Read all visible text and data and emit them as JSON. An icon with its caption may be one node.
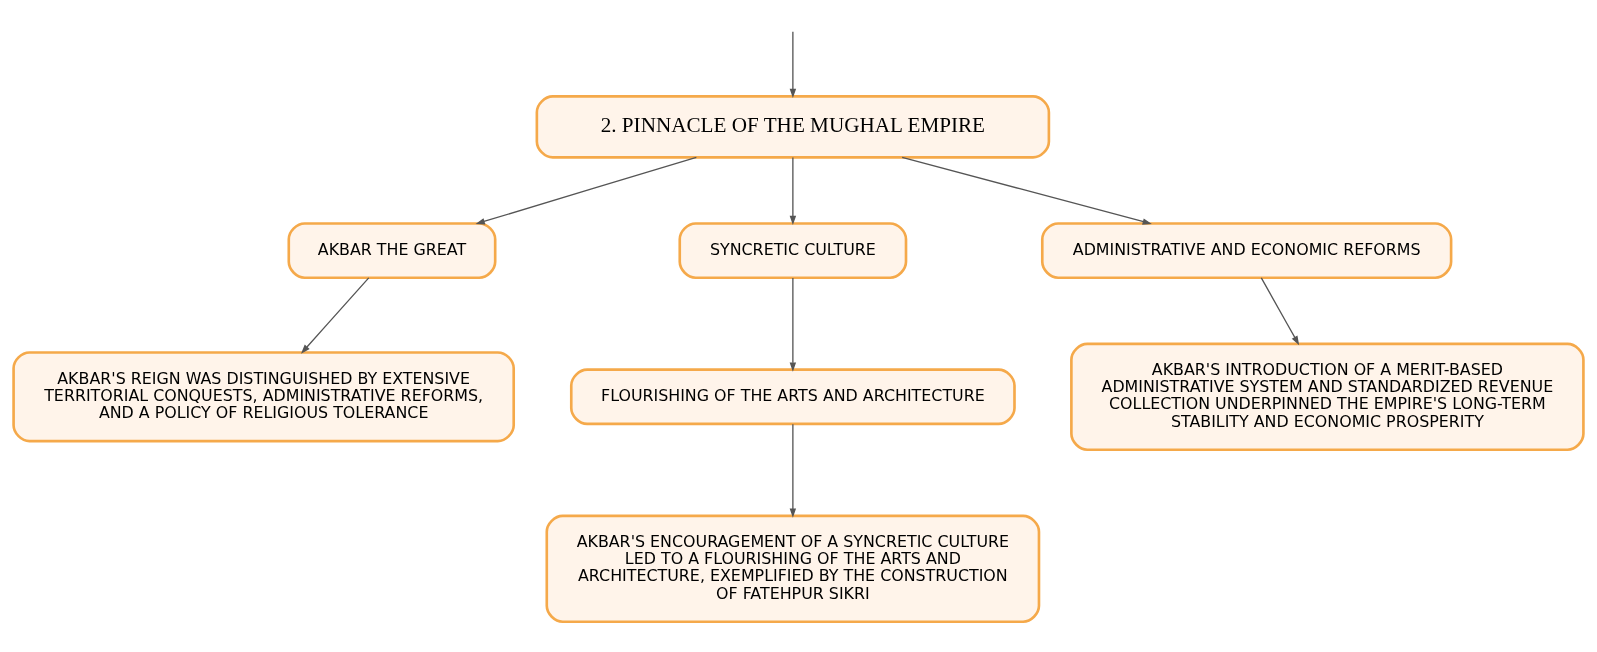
{
  "diagram": {
    "nodes": [
      {
        "text": [
          "2. PINNACLE OF THE MUGHAL EMPIRE"
        ]
      },
      {
        "text": [
          "AKBAR THE GREAT"
        ]
      },
      {
        "text": [
          "SYNCRETIC CULTURE"
        ]
      },
      {
        "text": [
          "ADMINISTRATIVE AND ECONOMIC REFORMS"
        ]
      },
      {
        "text": [
          "AKBAR'S REIGN WAS DISTINGUISHED BY EXTENSIVE TERRITORIAL CONQUESTS, ADMINISTRATIVE REFORMS, AND A POLICY OF RELIGIOUS TOLERANCE"
        ]
      },
      {
        "text": [
          "FLOURISHING OF THE ARTS AND ARCHITECTURE"
        ]
      },
      {
        "text": [
          "AKBAR'S INTRODUCTION OF A MERIT-BASED ADMINISTRATIVE SYSTEM AND STANDARDIZED REVENUE COLLECTION UNDERPINNED THE EMPIRE'S LONG-TERM STABILITY AND ECONOMIC PROSPERITY"
        ]
      },
      {
        "text": [
          "AKBAR'S ENCOURAGEMENT OF A SYNCRETIC CULTURE LED TO A FLOURISHING OF THE ARTS AND ARCHITECTURE, EXEMPLIFIED BY THE CONSTRUCTION OF FATEHPUR SIKRI"
        ]
      }
    ],
    "edges": [
      {
        "from": null,
        "to": 0,
        "arrow": "to"
      },
      {
        "from": 0,
        "to": 1,
        "arrow": "to"
      },
      {
        "from": 0,
        "to": 2,
        "arrow": "to"
      },
      {
        "from": 0,
        "to": 3,
        "arrow": "to"
      },
      {
        "from": 1,
        "to": 4,
        "arrow": "to"
      },
      {
        "from": 2,
        "to": 5,
        "arrow": "to"
      },
      {
        "from": 3,
        "to": 6,
        "arrow": "to"
      },
      {
        "from": 5,
        "to": 7,
        "arrow": "to"
      }
    ]
  }
}
